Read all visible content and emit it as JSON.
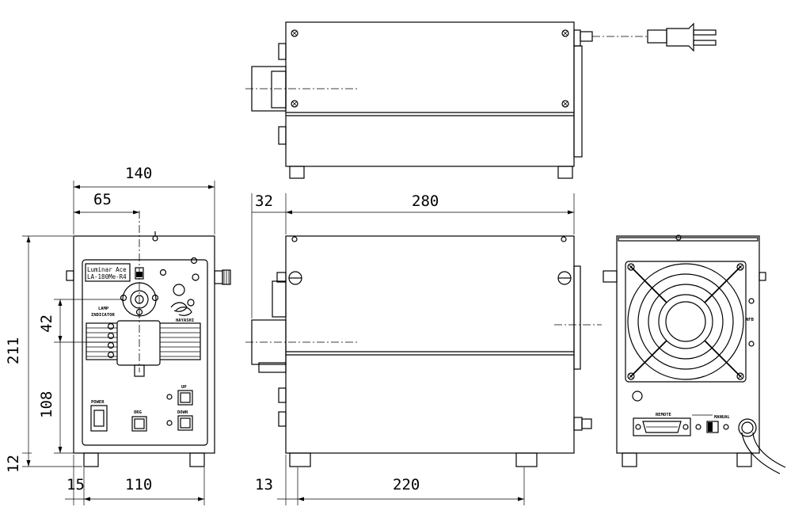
{
  "dimensions": {
    "width_140": "140",
    "offset_65": "65",
    "height_211": "211",
    "lamp_42": "42",
    "lamp_108": "108",
    "base_12": "12",
    "foot_15": "15",
    "foot_span_110": "110",
    "rear_32": "32",
    "length_280": "280",
    "side_foot_13": "13",
    "side_span_220": "220"
  },
  "front_panel": {
    "plate_line1": "Luminar Ace",
    "plate_line2": "LA-180Me-R4",
    "lamp_indicator_line1": "LAMP",
    "lamp_indicator_line2": "INDICATOR",
    "power_label": "POWER",
    "org_label": "ORG",
    "up_label": "UP",
    "down_label": "DOWN",
    "logo_text": "HAYASHI"
  },
  "rear_panel": {
    "remote_label": "REMOTE",
    "manual_label": "MANUAL",
    "nfb_label": "NFB"
  }
}
